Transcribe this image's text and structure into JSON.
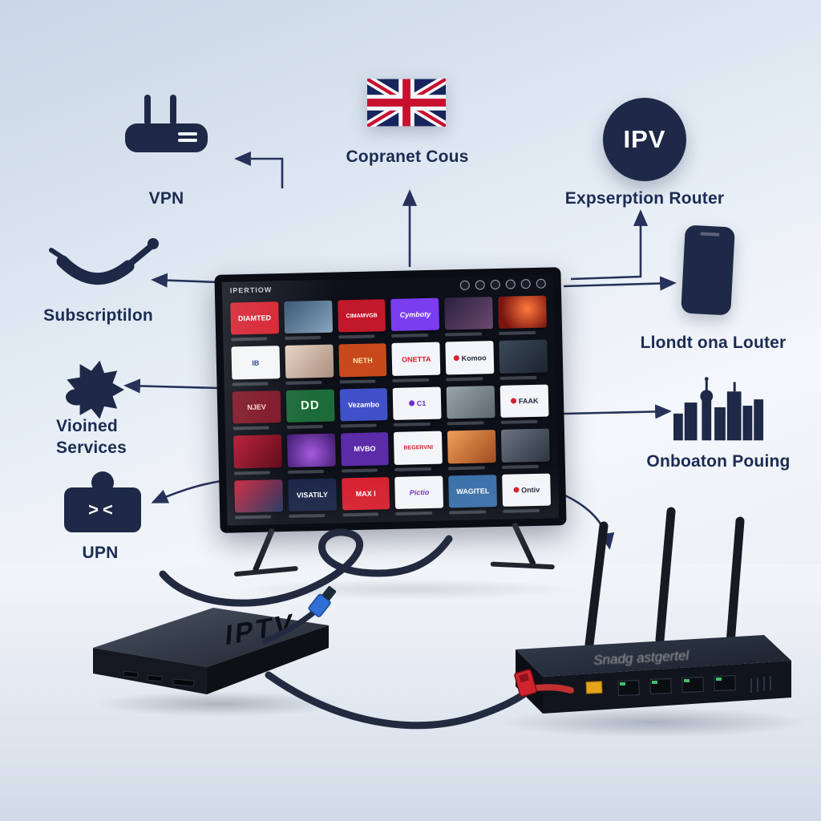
{
  "palette": {
    "navy": "#1e2947",
    "label_text": "#1c2b52",
    "accent_red": "#d6202f",
    "flag_blue": "#16255c",
    "flag_red": "#c8102e",
    "background_top": "#c9d6e6",
    "background_bottom": "#d2dae6",
    "tv_bezel": "#0a0d13",
    "cable": "#222a3f"
  },
  "icons": {
    "vpn": "wifi-router-icon",
    "flag": "uk-flag-icon",
    "ipv": "ipv-circle-badge",
    "dish": "satellite-dish-icon",
    "lion": "lion-silhouette-icon",
    "puzzle": "puzzle-piece-icon",
    "phone": "smartphone-icon",
    "skyline": "city-skyline-icon"
  },
  "callouts": {
    "vpn": {
      "label": "VPN"
    },
    "flag": {
      "label": "Copranet Cous"
    },
    "ipv": {
      "badge": "IPV",
      "label": "Expserption Router"
    },
    "dish": {
      "label": "Subscriptilon"
    },
    "lion": {
      "label_line1": "Vioined",
      "label_line2": "Services"
    },
    "puzzle": {
      "label": "UPN",
      "glyphs": "><"
    },
    "phone": {
      "label": "Llondt ona Louter"
    },
    "skyline": {
      "label": "Onboaton Pouing"
    }
  },
  "tv": {
    "header_text": "IPERTIOW",
    "tiles": [
      {
        "label": "DIAMTED"
      },
      {
        "label": ""
      },
      {
        "label": "CIMAMVGB"
      },
      {
        "label": "Cymboty"
      },
      {
        "label": ""
      },
      {
        "label": ""
      },
      {
        "label": "IB"
      },
      {
        "label": ""
      },
      {
        "label": "NETH"
      },
      {
        "label": "ONETTA"
      },
      {
        "label": "Komoo"
      },
      {
        "label": ""
      },
      {
        "label": "NJEV"
      },
      {
        "label": "DD"
      },
      {
        "label": "Vezambo"
      },
      {
        "label": "C1"
      },
      {
        "label": ""
      },
      {
        "label": "FAAK"
      },
      {
        "label": ""
      },
      {
        "label": ""
      },
      {
        "label": "MVBO"
      },
      {
        "label": "BEGERVNI"
      },
      {
        "label": ""
      },
      {
        "label": ""
      },
      {
        "label": ""
      },
      {
        "label": "VISATILY"
      },
      {
        "label": "MAX I"
      },
      {
        "label": "Pictio"
      },
      {
        "label": "WAGITEL"
      },
      {
        "label": "Ontiv"
      }
    ]
  },
  "devices": {
    "set_top_box_label": "IPTV",
    "router_top_text": "Snadg astgertel"
  }
}
